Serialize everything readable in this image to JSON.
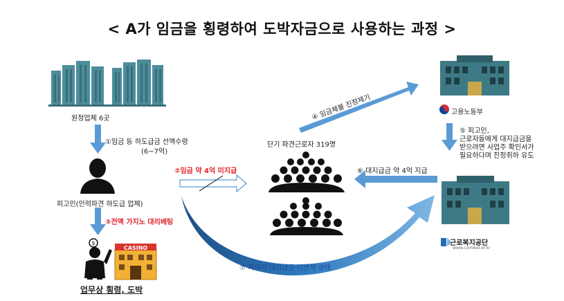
{
  "title": "< A가 임금을 횡령하여 도박자금으로 사용하는 과정 >",
  "nodes": {
    "contractor": {
      "label": "원청업체 6곳"
    },
    "defendant": {
      "label": "피고인(인력파견 하도급 업체)"
    },
    "workers": {
      "label": "단기 파견근로자 319명"
    },
    "labor_office": {
      "label": "고용노동부"
    },
    "welfare": {
      "label": "근로복지공단",
      "url": "www.comwel.or.kr"
    },
    "result": {
      "label": "업무상 횡령, 도박"
    },
    "casino": {
      "sign": "CASINO"
    }
  },
  "edges": {
    "e1": {
      "label": "①임금 등 하도급금 선액수령",
      "sub": "(6~7억)"
    },
    "e2": {
      "label": "②임금 약 4억 미지급"
    },
    "e3": {
      "label": "③전액 가지노 대리베팅"
    },
    "e4": {
      "label": "④ 임금체불 진정제기"
    },
    "e5": {
      "lines": [
        "⑤ 피고인,",
        "근로자들에게 대지급금을",
        "받으려면 사업주 확인서가",
        "필요하다며 진정취하 유도"
      ]
    },
    "e6": {
      "label": "⑥ 대지급금 약 4억 지급"
    },
    "e7": {
      "label": "⑦ 피의자 대지급금 미변제 상태"
    }
  },
  "colors": {
    "arrow_blue": "#5b9bd5",
    "curve_dark": "#2e6ea8",
    "red": "#e0232a",
    "building_teal": "#4a8a98",
    "building_dark": "#2f5460"
  }
}
